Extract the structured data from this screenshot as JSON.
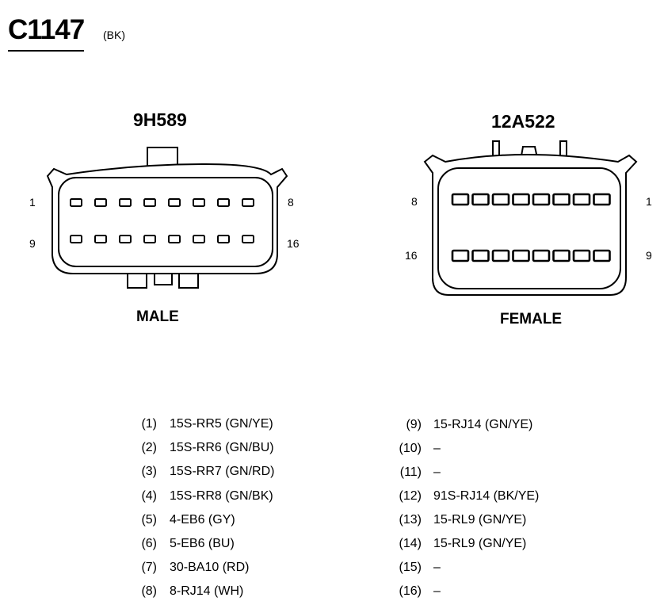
{
  "header": {
    "connector_id": "C1147",
    "color_code": "(BK)"
  },
  "male": {
    "part_number": "9H589",
    "label": "MALE",
    "pin_labels": {
      "top_left": "1",
      "top_right": "8",
      "bottom_left": "9",
      "bottom_right": "16"
    }
  },
  "female": {
    "part_number": "12A522",
    "label": "FEMALE",
    "pin_labels": {
      "top_left": "8",
      "top_right": "1",
      "bottom_left": "16",
      "bottom_right": "9"
    }
  },
  "pins_left": [
    {
      "num": "(1)",
      "circuit": "15S-RR5 (GN/YE)"
    },
    {
      "num": "(2)",
      "circuit": "15S-RR6 (GN/BU)"
    },
    {
      "num": "(3)",
      "circuit": "15S-RR7 (GN/RD)"
    },
    {
      "num": "(4)",
      "circuit": "15S-RR8 (GN/BK)"
    },
    {
      "num": "(5)",
      "circuit": "4-EB6 (GY)"
    },
    {
      "num": "(6)",
      "circuit": "5-EB6 (BU)"
    },
    {
      "num": "(7)",
      "circuit": "30-BA10 (RD)"
    },
    {
      "num": "(8)",
      "circuit": "8-RJ14 (WH)"
    }
  ],
  "pins_right": [
    {
      "num": "(9)",
      "circuit": "15-RJ14 (GN/YE)"
    },
    {
      "num": "(10)",
      "circuit": "–"
    },
    {
      "num": "(11)",
      "circuit": "–"
    },
    {
      "num": "(12)",
      "circuit": "91S-RJ14 (BK/YE)"
    },
    {
      "num": "(13)",
      "circuit": "15-RL9 (GN/YE)"
    },
    {
      "num": "(14)",
      "circuit": "15-RL9 (GN/YE)"
    },
    {
      "num": "(15)",
      "circuit": "–"
    },
    {
      "num": "(16)",
      "circuit": "–"
    }
  ]
}
